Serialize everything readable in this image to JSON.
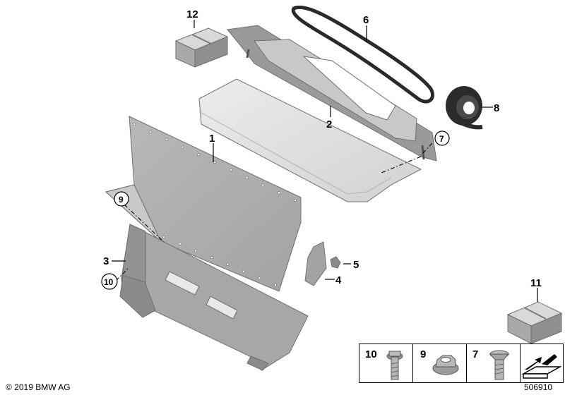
{
  "callouts": {
    "c1": "1",
    "c2": "2",
    "c3": "3",
    "c4": "4",
    "c5": "5",
    "c6": "6",
    "c7": "7",
    "c8": "8",
    "c9": "9",
    "c10": "10",
    "c11": "11",
    "c12": "12"
  },
  "legend": {
    "items": [
      {
        "number": "10",
        "icon": "flange-bolt-icon"
      },
      {
        "number": "9",
        "icon": "flange-nut-icon"
      },
      {
        "number": "7",
        "icon": "countersunk-screw-icon"
      },
      {
        "number": "",
        "icon": "direction-arrow-icon"
      }
    ]
  },
  "footer": {
    "copyright": "© 2019 BMW AG",
    "image_number": "506910"
  },
  "colors": {
    "part_fill": "#bcbcbc",
    "part_light": "#d6d6d6",
    "part_dark": "#8e8e8e",
    "seal": "#2a2a2a"
  }
}
